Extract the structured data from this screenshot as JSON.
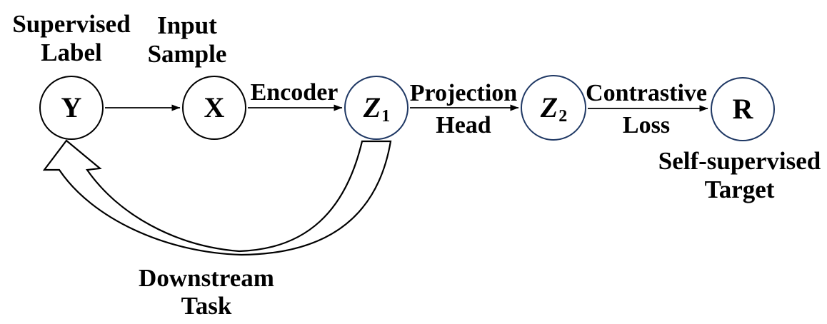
{
  "figure": {
    "type": "flow-diagram",
    "background": "#ffffff",
    "colors": {
      "node_border_primary": "#000000",
      "node_border_latent": "#1f3864",
      "arrow": "#000000",
      "text": "#000000"
    },
    "nodes": {
      "y": {
        "label": "Y",
        "subscript": "",
        "caption": "Supervised\nLabel"
      },
      "x": {
        "label": "X",
        "subscript": "",
        "caption": "Input\nSample"
      },
      "z1": {
        "label": "Z",
        "subscript": "1",
        "caption": ""
      },
      "z2": {
        "label": "Z",
        "subscript": "2",
        "caption": ""
      },
      "r": {
        "label": "R",
        "subscript": "",
        "caption": "Self-supervised\nTarget"
      }
    },
    "edges": {
      "y_to_x": {
        "label": ""
      },
      "x_to_z1": {
        "label": "Encoder"
      },
      "z1_to_z2": {
        "label": "Projection\nHead"
      },
      "z2_to_r": {
        "label": "Contrastive\nLoss"
      },
      "z1_to_y": {
        "label": "Downstream\nTask",
        "style": "curved-block-arrow"
      }
    }
  }
}
